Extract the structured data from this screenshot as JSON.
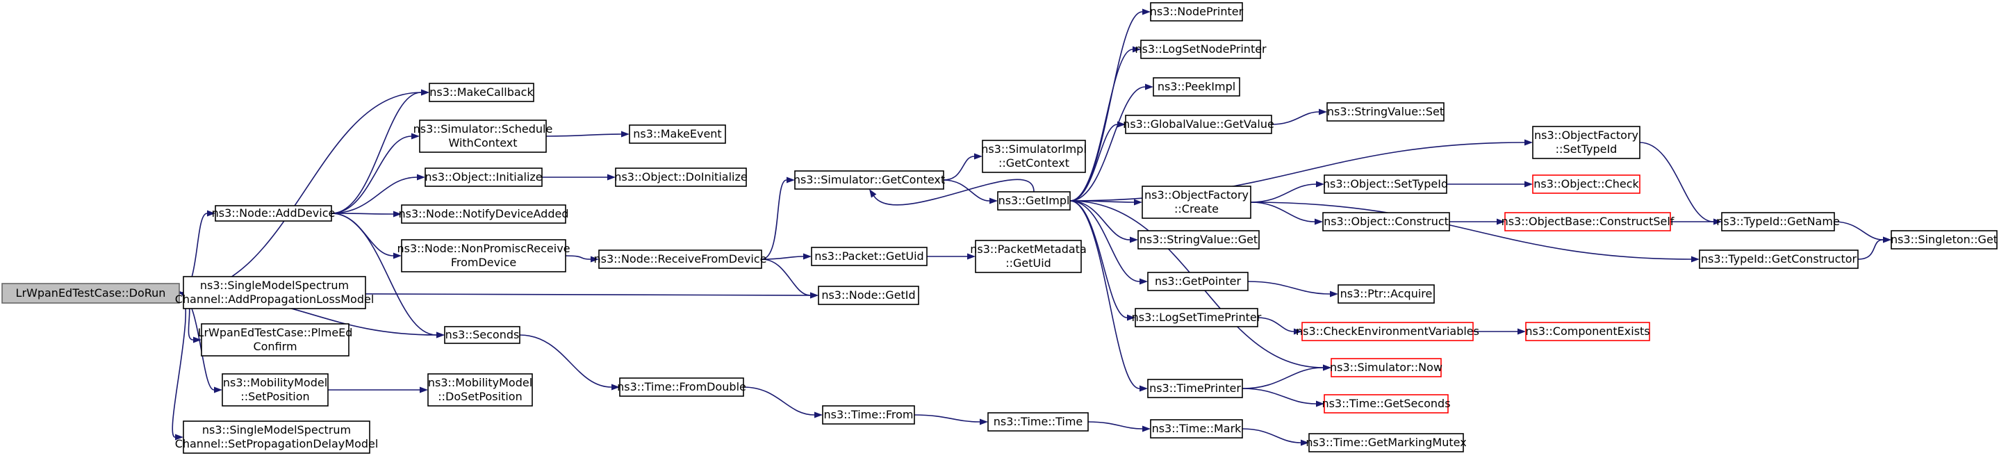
{
  "colors": {
    "edge": "#191970",
    "node_border": "#000000",
    "node_border_missing": "#ff0000",
    "root_fill": "#bfbfbf",
    "root_border": "#666666"
  },
  "nodes": [
    {
      "id": "dorun",
      "lines": [
        "LrWpanEdTestCase::DoRun"
      ],
      "style": "root"
    },
    {
      "id": "adddevice",
      "lines": [
        "ns3::Node::AddDevice"
      ]
    },
    {
      "id": "addprop",
      "lines": [
        "ns3::SingleModelSpectrum",
        "Channel::AddPropagationLossModel"
      ]
    },
    {
      "id": "plmeed",
      "lines": [
        "LrWpanEdTestCase::PlmeEd",
        "Confirm"
      ]
    },
    {
      "id": "mobsetpos",
      "lines": [
        "ns3::MobilityModel",
        "::SetPosition"
      ]
    },
    {
      "id": "setpropdelay",
      "lines": [
        "ns3::SingleModelSpectrum",
        "Channel::SetPropagationDelayModel"
      ]
    },
    {
      "id": "makecallback",
      "lines": [
        "ns3::MakeCallback"
      ]
    },
    {
      "id": "schedctx",
      "lines": [
        "ns3::Simulator::Schedule",
        "WithContext"
      ]
    },
    {
      "id": "objinit",
      "lines": [
        "ns3::Object::Initialize"
      ]
    },
    {
      "id": "notifydev",
      "lines": [
        "ns3::Node::NotifyDeviceAdded"
      ]
    },
    {
      "id": "nonpromisc",
      "lines": [
        "ns3::Node::NonPromiscReceive",
        "FromDevice"
      ]
    },
    {
      "id": "seconds",
      "lines": [
        "ns3::Seconds"
      ]
    },
    {
      "id": "mobdoset",
      "lines": [
        "ns3::MobilityModel",
        "::DoSetPosition"
      ]
    },
    {
      "id": "makeevent",
      "lines": [
        "ns3::MakeEvent"
      ]
    },
    {
      "id": "doinit",
      "lines": [
        "ns3::Object::DoInitialize"
      ]
    },
    {
      "id": "recvfromdev",
      "lines": [
        "ns3::Node::ReceiveFromDevice"
      ]
    },
    {
      "id": "fromdouble",
      "lines": [
        "ns3::Time::FromDouble"
      ]
    },
    {
      "id": "getcontext",
      "lines": [
        "ns3::Simulator::GetContext"
      ]
    },
    {
      "id": "pktgetuid",
      "lines": [
        "ns3::Packet::GetUid"
      ]
    },
    {
      "id": "nodegetid",
      "lines": [
        "ns3::Node::GetId"
      ]
    },
    {
      "id": "timefrom",
      "lines": [
        "ns3::Time::From"
      ]
    },
    {
      "id": "simimplctx",
      "lines": [
        "ns3::SimulatorImpl",
        "::GetContext"
      ]
    },
    {
      "id": "getimpl",
      "lines": [
        "ns3::GetImpl"
      ]
    },
    {
      "id": "pktmetauid",
      "lines": [
        "ns3::PacketMetadata",
        "::GetUid"
      ]
    },
    {
      "id": "timetime",
      "lines": [
        "ns3::Time::Time"
      ]
    },
    {
      "id": "nodeprinter",
      "lines": [
        "ns3::NodePrinter"
      ]
    },
    {
      "id": "logsetnode",
      "lines": [
        "ns3::LogSetNodePrinter"
      ]
    },
    {
      "id": "peekimpl",
      "lines": [
        "ns3::PeekImpl"
      ]
    },
    {
      "id": "gvgetvalue",
      "lines": [
        "ns3::GlobalValue::GetValue"
      ]
    },
    {
      "id": "ofcreate",
      "lines": [
        "ns3::ObjectFactory",
        "::Create"
      ]
    },
    {
      "id": "svget",
      "lines": [
        "ns3::StringValue::Get"
      ]
    },
    {
      "id": "getpointer",
      "lines": [
        "ns3::GetPointer"
      ]
    },
    {
      "id": "logsettime",
      "lines": [
        "ns3::LogSetTimePrinter"
      ]
    },
    {
      "id": "timeprinter",
      "lines": [
        "ns3::TimePrinter"
      ]
    },
    {
      "id": "timemark",
      "lines": [
        "ns3::Time::Mark"
      ]
    },
    {
      "id": "svset",
      "lines": [
        "ns3::StringValue::Set"
      ]
    },
    {
      "id": "objsettype",
      "lines": [
        "ns3::Object::SetTypeId"
      ]
    },
    {
      "id": "objconstruct",
      "lines": [
        "ns3::Object::Construct"
      ]
    },
    {
      "id": "ptracquire",
      "lines": [
        "ns3::Ptr::Acquire"
      ]
    },
    {
      "id": "checkenv",
      "lines": [
        "ns3::CheckEnvironmentVariables"
      ],
      "style": "red"
    },
    {
      "id": "simnow",
      "lines": [
        "ns3::Simulator::Now"
      ],
      "style": "red"
    },
    {
      "id": "timegetsec",
      "lines": [
        "ns3::Time::GetSeconds"
      ],
      "style": "red"
    },
    {
      "id": "getmarkmutex",
      "lines": [
        "ns3::Time::GetMarkingMutex"
      ]
    },
    {
      "id": "ofsettype",
      "lines": [
        "ns3::ObjectFactory",
        "::SetTypeId"
      ]
    },
    {
      "id": "objcheck",
      "lines": [
        "ns3::Object::Check"
      ],
      "style": "red"
    },
    {
      "id": "objbaseconstruct",
      "lines": [
        "ns3::ObjectBase::ConstructSelf"
      ],
      "style": "red"
    },
    {
      "id": "compexists",
      "lines": [
        "ns3::ComponentExists"
      ],
      "style": "red"
    },
    {
      "id": "typeidgetname",
      "lines": [
        "ns3::TypeId::GetName"
      ]
    },
    {
      "id": "typeidgetctor",
      "lines": [
        "ns3::TypeId::GetConstructor"
      ]
    },
    {
      "id": "singletonget",
      "lines": [
        "ns3::Singleton::Get"
      ]
    }
  ],
  "edges": [
    [
      "dorun",
      "adddevice"
    ],
    [
      "dorun",
      "addprop"
    ],
    [
      "dorun",
      "plmeed"
    ],
    [
      "dorun",
      "mobsetpos"
    ],
    [
      "dorun",
      "setpropdelay"
    ],
    [
      "dorun",
      "makecallback"
    ],
    [
      "dorun",
      "seconds"
    ],
    [
      "dorun",
      "nodegetid"
    ],
    [
      "adddevice",
      "makecallback"
    ],
    [
      "adddevice",
      "schedctx"
    ],
    [
      "adddevice",
      "objinit"
    ],
    [
      "adddevice",
      "notifydev"
    ],
    [
      "adddevice",
      "nonpromisc"
    ],
    [
      "adddevice",
      "seconds"
    ],
    [
      "mobsetpos",
      "mobdoset"
    ],
    [
      "schedctx",
      "makeevent"
    ],
    [
      "objinit",
      "doinit"
    ],
    [
      "nonpromisc",
      "recvfromdev"
    ],
    [
      "seconds",
      "fromdouble"
    ],
    [
      "recvfromdev",
      "getcontext"
    ],
    [
      "recvfromdev",
      "pktgetuid"
    ],
    [
      "recvfromdev",
      "nodegetid"
    ],
    [
      "fromdouble",
      "timefrom"
    ],
    [
      "getcontext",
      "simimplctx"
    ],
    [
      "getcontext",
      "getimpl"
    ],
    [
      "pktgetuid",
      "pktmetauid"
    ],
    [
      "timefrom",
      "timetime"
    ],
    [
      "getimpl",
      "getcontext"
    ],
    [
      "getimpl",
      "nodeprinter"
    ],
    [
      "getimpl",
      "logsetnode"
    ],
    [
      "getimpl",
      "peekimpl"
    ],
    [
      "getimpl",
      "gvgetvalue"
    ],
    [
      "getimpl",
      "ofsettype"
    ],
    [
      "getimpl",
      "ofcreate"
    ],
    [
      "getimpl",
      "svget"
    ],
    [
      "getimpl",
      "getpointer"
    ],
    [
      "getimpl",
      "logsettime"
    ],
    [
      "getimpl",
      "timeprinter"
    ],
    [
      "getimpl",
      "simnow"
    ],
    [
      "timetime",
      "timemark"
    ],
    [
      "gvgetvalue",
      "svset"
    ],
    [
      "ofcreate",
      "objsettype"
    ],
    [
      "ofcreate",
      "objconstruct"
    ],
    [
      "ofcreate",
      "typeidgetctor"
    ],
    [
      "getpointer",
      "ptracquire"
    ],
    [
      "logsettime",
      "checkenv"
    ],
    [
      "timeprinter",
      "simnow"
    ],
    [
      "timeprinter",
      "timegetsec"
    ],
    [
      "timemark",
      "getmarkmutex"
    ],
    [
      "ofsettype",
      "typeidgetname"
    ],
    [
      "objsettype",
      "objcheck"
    ],
    [
      "objconstruct",
      "objbaseconstruct"
    ],
    [
      "checkenv",
      "compexists"
    ],
    [
      "objbaseconstruct",
      "typeidgetname"
    ],
    [
      "typeidgetname",
      "singletonget"
    ],
    [
      "typeidgetctor",
      "singletonget"
    ]
  ]
}
